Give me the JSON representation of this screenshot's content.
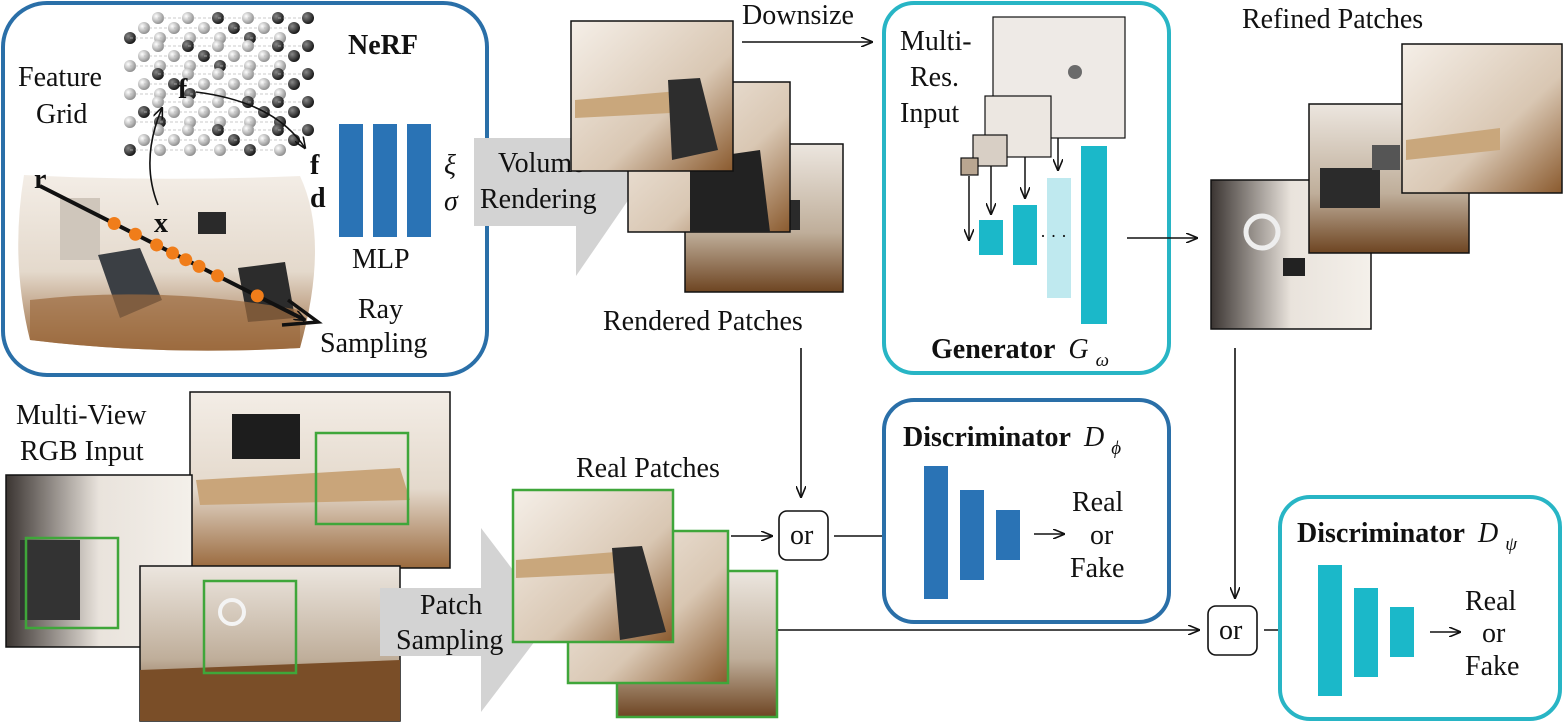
{
  "nerf": {
    "title": "NeRF",
    "feature_grid_line1": "Feature",
    "feature_grid_line2": "Grid",
    "f_label": "f",
    "x_label": "x",
    "r_label": "r",
    "mlp_in1": "f",
    "mlp_in2": "d",
    "mlp_out1": "ξ",
    "mlp_out2": "σ",
    "mlp_label": "MLP",
    "ray_sampling_line1": "Ray",
    "ray_sampling_line2": "Sampling"
  },
  "volume_rendering": {
    "line1": "Volume",
    "line2": "Rendering"
  },
  "rendered_patches": "Rendered Patches",
  "downsize": "Downsize",
  "generator": {
    "input_line1": "Multi-",
    "input_line2": "Res.",
    "input_line3": "Input",
    "title": "Generator",
    "symbol": "G",
    "subscript": "ω",
    "dots": "· · ·"
  },
  "refined_patches": "Refined Patches",
  "multiview": {
    "line1": "Multi-View",
    "line2": "RGB Input"
  },
  "patch_sampling": {
    "line1": "Patch",
    "line2": "Sampling"
  },
  "real_patches": "Real Patches",
  "or1": "or",
  "or2": "or",
  "disc_phi": {
    "title": "Discriminator",
    "symbol": "D",
    "subscript": "ϕ",
    "out1": "Real",
    "out2": "or",
    "out3": "Fake"
  },
  "disc_psi": {
    "title": "Discriminator",
    "symbol": "D",
    "subscript": "ψ",
    "out1": "Real",
    "out2": "or",
    "out3": "Fake"
  },
  "colors": {
    "nerf_border": "#2a6fa8",
    "gen_border": "#28b5c5",
    "disc_phi_border": "#2a6fa8",
    "disc_psi_border": "#28b5c5",
    "dark_bar": "#2a73b5",
    "teal_bar": "#1bb8c9",
    "light_teal_bar": "#bfe9ef",
    "arrow_gray": "#d3d3d3",
    "orange_point": "#f07d1a",
    "patch_green": "#3fa63a"
  }
}
